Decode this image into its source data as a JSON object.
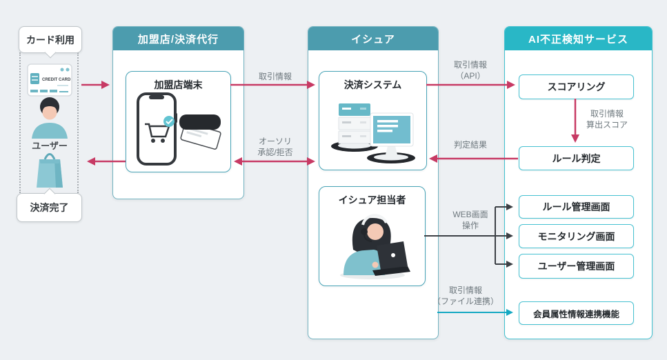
{
  "diagram": {
    "user_flow": {
      "start_bubble": "カード利用",
      "user_label": "ユーザー",
      "end_bubble": "決済完了",
      "credit_card_text": "CREDIT CARD"
    },
    "merchant_panel": {
      "title": "加盟店/決済代行",
      "terminal_box": "加盟店端末"
    },
    "issuer_panel": {
      "title": "イシュア",
      "payment_system_box": "決済システム",
      "staff_box": "イシュア担当者"
    },
    "ai_panel": {
      "title": "AI不正検知サービス",
      "scoring_box": "スコアリング",
      "rule_judgment_box": "ルール判定",
      "rule_mgmt_box": "ルール管理画面",
      "monitoring_box": "モニタリング画面",
      "user_mgmt_box": "ユーザー管理画面",
      "member_attr_box": "会員属性情報連携機能"
    },
    "flow_labels": {
      "transaction_info": "取引情報",
      "transaction_info_api_line1": "取引情報",
      "transaction_info_api_line2": "（API）",
      "calc_score_line1": "取引情報",
      "calc_score_line2": "算出スコア",
      "judgment_result": "判定結果",
      "authorization_line1": "オーソリ",
      "authorization_line2": "承認/拒否",
      "web_operation_line1": "WEB画面",
      "web_operation_line2": "操作",
      "file_link_line1": "取引情報",
      "file_link_line2": "（ファイル連携）"
    },
    "colors": {
      "accent_pink": "#c73a64",
      "header_teal": "#4c9cae",
      "header_cyan": "#29b7c6",
      "line_dark": "#3c4045",
      "line_teal": "#14a8c2"
    }
  }
}
